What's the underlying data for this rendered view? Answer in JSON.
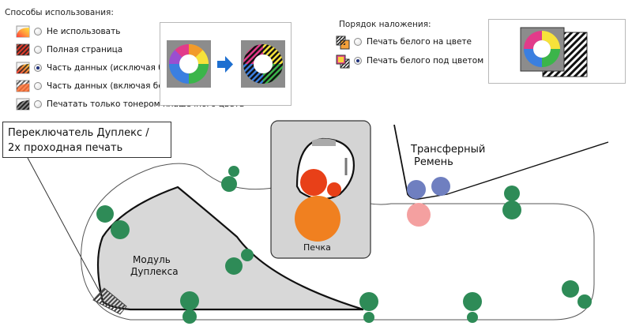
{
  "usage_group": {
    "title": "Способы использования:",
    "options": [
      {
        "label": "Не использовать",
        "selected": false,
        "icon": "gradient-swatch-icon"
      },
      {
        "label": "Полная страница",
        "selected": false,
        "icon": "striped-full-swatch-icon"
      },
      {
        "label": "Часть данных (исключая белый)",
        "selected": true,
        "icon": "striped-gradient-swatch-icon"
      },
      {
        "label": "Часть данных (включая белый)",
        "selected": false,
        "icon": "striped-partial-swatch-icon"
      },
      {
        "label": "Печатать только тонером плашечного цвета",
        "selected": false,
        "icon": "gray-striped-swatch-icon"
      }
    ]
  },
  "overlay_group": {
    "title": "Порядок наложения:",
    "options": [
      {
        "label": "Печать белого на цвете",
        "selected": false,
        "icon": "white-on-color-icon"
      },
      {
        "label": "Печать белого под цветом",
        "selected": true,
        "icon": "white-under-color-icon"
      }
    ]
  },
  "callout": {
    "line1": "Переключатель Дуплекс /",
    "line2": "2х проходная печать"
  },
  "diagram": {
    "oven_label": "Печка",
    "belt_label_line1": "Трансферный",
    "belt_label_line2": "Ремень",
    "duplex_label_line1": "Модуль",
    "duplex_label_line2": "Дуплекса"
  },
  "colors": {
    "roller_green": "#2e8b57",
    "oven_gray": "#d3d3d3",
    "heat_orange": "#f08020",
    "heat_red": "#e84018",
    "belt_blue": "#6f7fc0",
    "belt_pink": "#f4a0a0",
    "arrow_blue": "#1e6fd0"
  }
}
